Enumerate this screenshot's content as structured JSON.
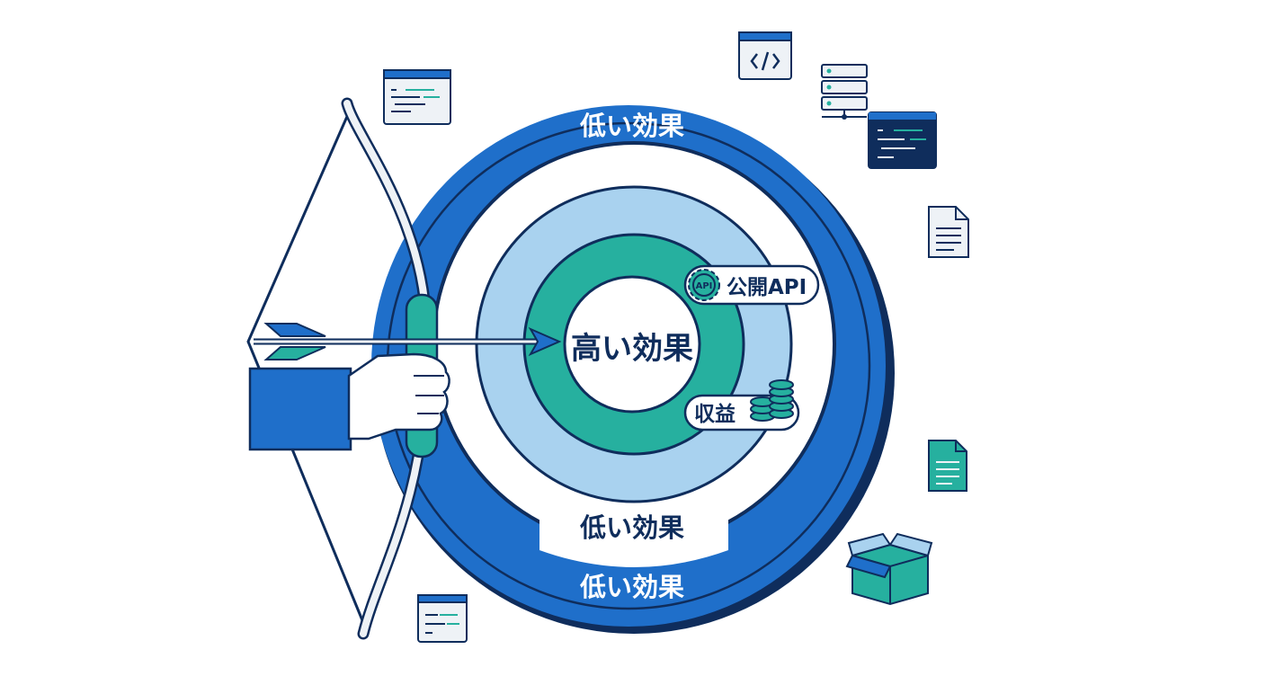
{
  "labels": {
    "outer_top": "低い効果",
    "white_ring": "低い効果",
    "outer_bottom": "低い効果",
    "center": "高い効果",
    "api_tag": "公開API",
    "api_badge": "API",
    "revenue_tag": "収益"
  },
  "icons": [
    "code-window-icon",
    "code-brackets-icon",
    "server-stack-icon",
    "terminal-icon",
    "document-icon",
    "teal-document-icon",
    "open-box-icon",
    "gear-icon",
    "coin-stack-icon",
    "bow-and-arrow-icon",
    "hand-icon"
  ],
  "colors": {
    "navy": "#0f2d5c",
    "blue": "#1f6fca",
    "white_ring": "#ffffff",
    "light_blue": "#a9d2ef",
    "teal": "#26b09f",
    "gray_bg": "#eef2f6"
  }
}
